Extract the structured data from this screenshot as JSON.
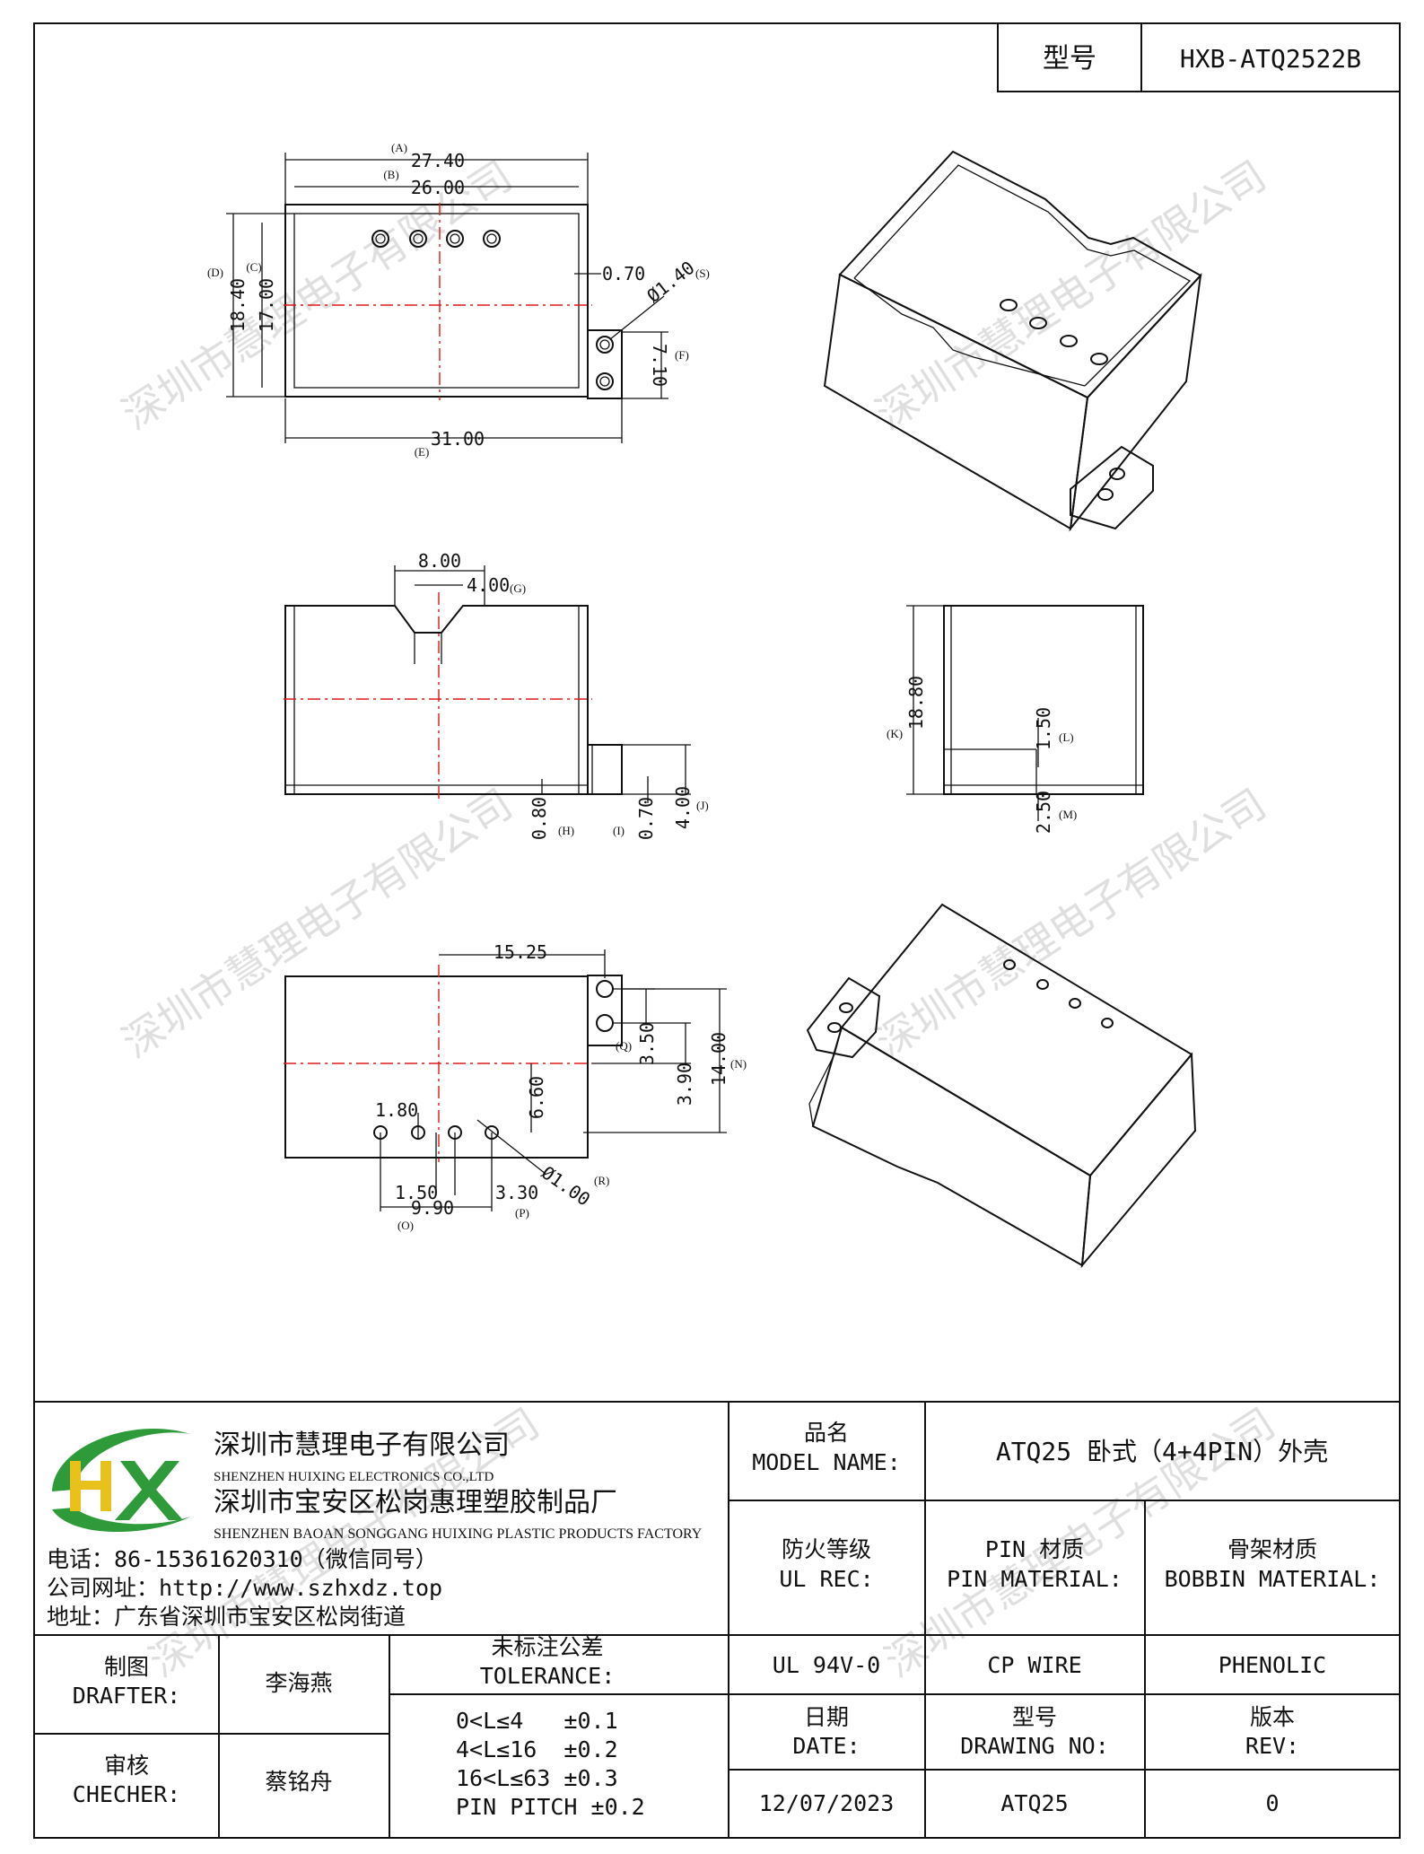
{
  "header": {
    "model_label": "型号",
    "model_value": "HXB-ATQ2522B"
  },
  "watermark": "深圳市慧理电子有限公司",
  "views": {
    "top": {
      "dim_a": "27.40",
      "dim_a_tag": "(A)",
      "dim_b": "26.00",
      "dim_b_tag": "(B)",
      "dim_d": "18.40",
      "dim_d_tag": "(D)",
      "dim_c": "17.00",
      "dim_c_tag": "(C)",
      "dim_wall": "0.70",
      "dim_s": "Ø1.40",
      "dim_s_tag": "(S)",
      "dim_f": "7.10",
      "dim_f_tag": "(F)",
      "dim_e": "31.00",
      "dim_e_tag": "(E)"
    },
    "front": {
      "dim_notch": "8.00",
      "dim_g": "4.00",
      "dim_g_tag": "(G)",
      "dim_h": "0.80",
      "dim_h_tag": "(H)",
      "dim_i": "0.70",
      "dim_i_tag": "(I)",
      "dim_j": "4.00",
      "dim_j_tag": "(J)"
    },
    "side": {
      "dim_k": "18.80",
      "dim_k_tag": "(K)",
      "dim_l": "1.50",
      "dim_l_tag": "(L)",
      "dim_m": "2.50",
      "dim_m_tag": "(M)"
    },
    "bottom": {
      "dim_1525": "15.25",
      "dim_q": "3.50",
      "dim_q_tag": "(Q)",
      "dim_390": "3.90",
      "dim_n": "14.00",
      "dim_n_tag": "(N)",
      "dim_660": "6.60",
      "dim_180": "1.80",
      "dim_150": "1.50",
      "dim_p": "3.30",
      "dim_p_tag": "(P)",
      "dim_o": "9.90",
      "dim_o_tag": "(O)",
      "dim_r": "Ø1.00",
      "dim_r_tag": "(R)"
    }
  },
  "company": {
    "logo_text": "HX",
    "name1": "深圳市慧理电子有限公司",
    "name1_en": "SHENZHEN HUIXING ELECTRONICS CO.,LTD",
    "name2": "深圳市宝安区松岗惠理塑胶制品厂",
    "name2_en": "SHENZHEN BAOAN SONGGANG HUIXING PLASTIC PRODUCTS FACTORY",
    "phone": "电话：86-15361620310（微信同号）",
    "website": "公司网址：http://www.szhxdz.top",
    "address": "地址：广东省深圳市宝安区松岗街道"
  },
  "title_block": {
    "model_name_cn": "品名",
    "model_name_en": "MODEL NAME:",
    "model_name_value": "ATQ25 卧式（4+4PIN）外壳",
    "ul_cn": "防火等级",
    "ul_en": "UL REC:",
    "pin_cn": "PIN 材质",
    "pin_en": "PIN MATERIAL:",
    "bobbin_cn": "骨架材质",
    "bobbin_en": "BOBBIN MATERIAL:",
    "ul_value": "UL 94V-0",
    "pin_value": "CP WIRE",
    "bobbin_value": "PHENOLIC",
    "date_cn": "日期",
    "date_en": "DATE:",
    "drawing_cn": "型号",
    "drawing_en": "DRAWING NO:",
    "rev_cn": "版本",
    "rev_en": "REV:",
    "date_value": "12/07/2023",
    "drawing_value": "ATQ25",
    "rev_value": "0",
    "drafter_cn": "制图",
    "drafter_en": "DRAFTER:",
    "drafter_value": "李海燕",
    "checker_cn": "审核",
    "checker_en": "CHECHER:",
    "checker_value": "蔡铭舟",
    "tolerance_cn": "未标注公差",
    "tolerance_en": "TOLERANCE:",
    "tolerances": [
      "0<L≤4   ±0.1",
      "4<L≤16  ±0.2",
      "16<L≤63 ±0.3",
      "PIN PITCH ±0.2"
    ]
  },
  "colors": {
    "logo_green": "#2e9a3a",
    "logo_yellow": "#e8c21a",
    "center_line": "#e01818"
  }
}
